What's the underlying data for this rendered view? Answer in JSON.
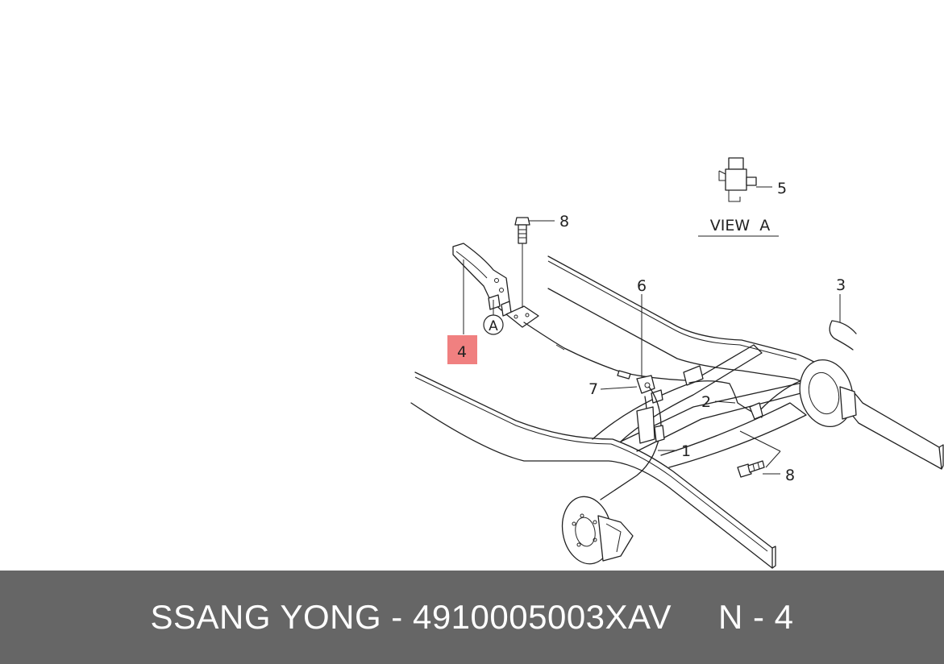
{
  "diagram": {
    "callouts": {
      "c1": "1",
      "c2": "2",
      "c3": "3",
      "c4": "4",
      "c5": "5",
      "c6": "6",
      "c7": "7",
      "c8a": "8",
      "c8b": "8"
    },
    "view_marker": "A",
    "view_label": "VIEW  A",
    "highlight_color": "#f08080"
  },
  "footer": {
    "part_text": "SSANG YONG - 4910005003XAV",
    "ref_text": "N - 4",
    "background": "#666666"
  }
}
